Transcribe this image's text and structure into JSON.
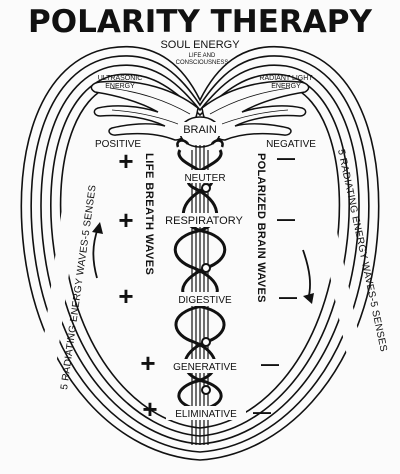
{
  "diagram": {
    "title": "POLARITY THERAPY",
    "top_label": "SOUL ENERGY",
    "top_sublabel_1": "LIFE AND",
    "top_sublabel_2": "CONSCIOUSNESS",
    "left_wing_label_1": "ULTRASONIC",
    "left_wing_label_2": "ENERGY",
    "right_wing_label_1": "RADIANT LIGHT",
    "right_wing_label_2": "ENERGY",
    "positive_label": "POSITIVE",
    "negative_label": "NEGATIVE",
    "brain_label": "BRAIN",
    "centers": [
      "NEUTER",
      "RESPIRATORY",
      "DIGESTIVE",
      "GENERATIVE",
      "ELIMINATIVE"
    ],
    "plus_symbol": "+",
    "minus_symbol": "—",
    "left_vertical_text": "LIFE BREATH WAVES",
    "right_vertical_text": "POLARIZED BRAIN WAVES",
    "left_outer_text": "5 RADIATING ENERGY WAVES-5 SENSES",
    "right_outer_text": "5 RADIATING ENERGY WAVES-5 SENSES",
    "colors": {
      "ink": "#111111",
      "paper": "#fbfbfb"
    }
  }
}
